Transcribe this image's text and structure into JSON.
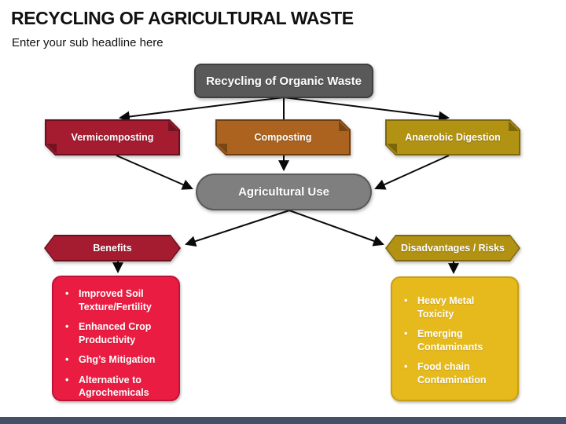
{
  "slide": {
    "title": "RECYCLING OF AGRICULTURAL WASTE",
    "subtitle": "Enter your sub headline here",
    "footer_bar_color": "#444F68"
  },
  "colors": {
    "crimson": "#A51C30",
    "crimson_dark": "#6B0F1E",
    "brown": "#AC631F",
    "brown_dark": "#6E3C0F",
    "gold": "#B29212",
    "gold_dark": "#7E680A",
    "gray_dark": "#595959",
    "gray_darker": "#3F3F3F",
    "gray_mid": "#7F7F7F",
    "red_panel": "#EB1C42",
    "red_panel_border": "#C01237",
    "gold_panel": "#E6BA1D",
    "gold_panel_border": "#C69F14",
    "arrow": "#0A0A0A"
  },
  "diagram": {
    "root": {
      "label": "Recycling of Organic Waste"
    },
    "processes": [
      {
        "label": "Vermicomposting"
      },
      {
        "label": "Composting"
      },
      {
        "label": "Anaerobic Digestion"
      }
    ],
    "center": {
      "label": "Agricultural Use"
    },
    "benefits": {
      "tag": "Benefits",
      "items": [
        "Improved Soil Texture/Fertility",
        "Enhanced Crop Productivity",
        "Ghg’s Mitigation",
        "Alternative to Agrochemicals"
      ]
    },
    "disadvantages": {
      "tag": "Disadvantages / Risks",
      "items": [
        "Heavy Metal Toxicity",
        "Emerging Contaminants",
        "Food chain Contamination"
      ]
    }
  }
}
